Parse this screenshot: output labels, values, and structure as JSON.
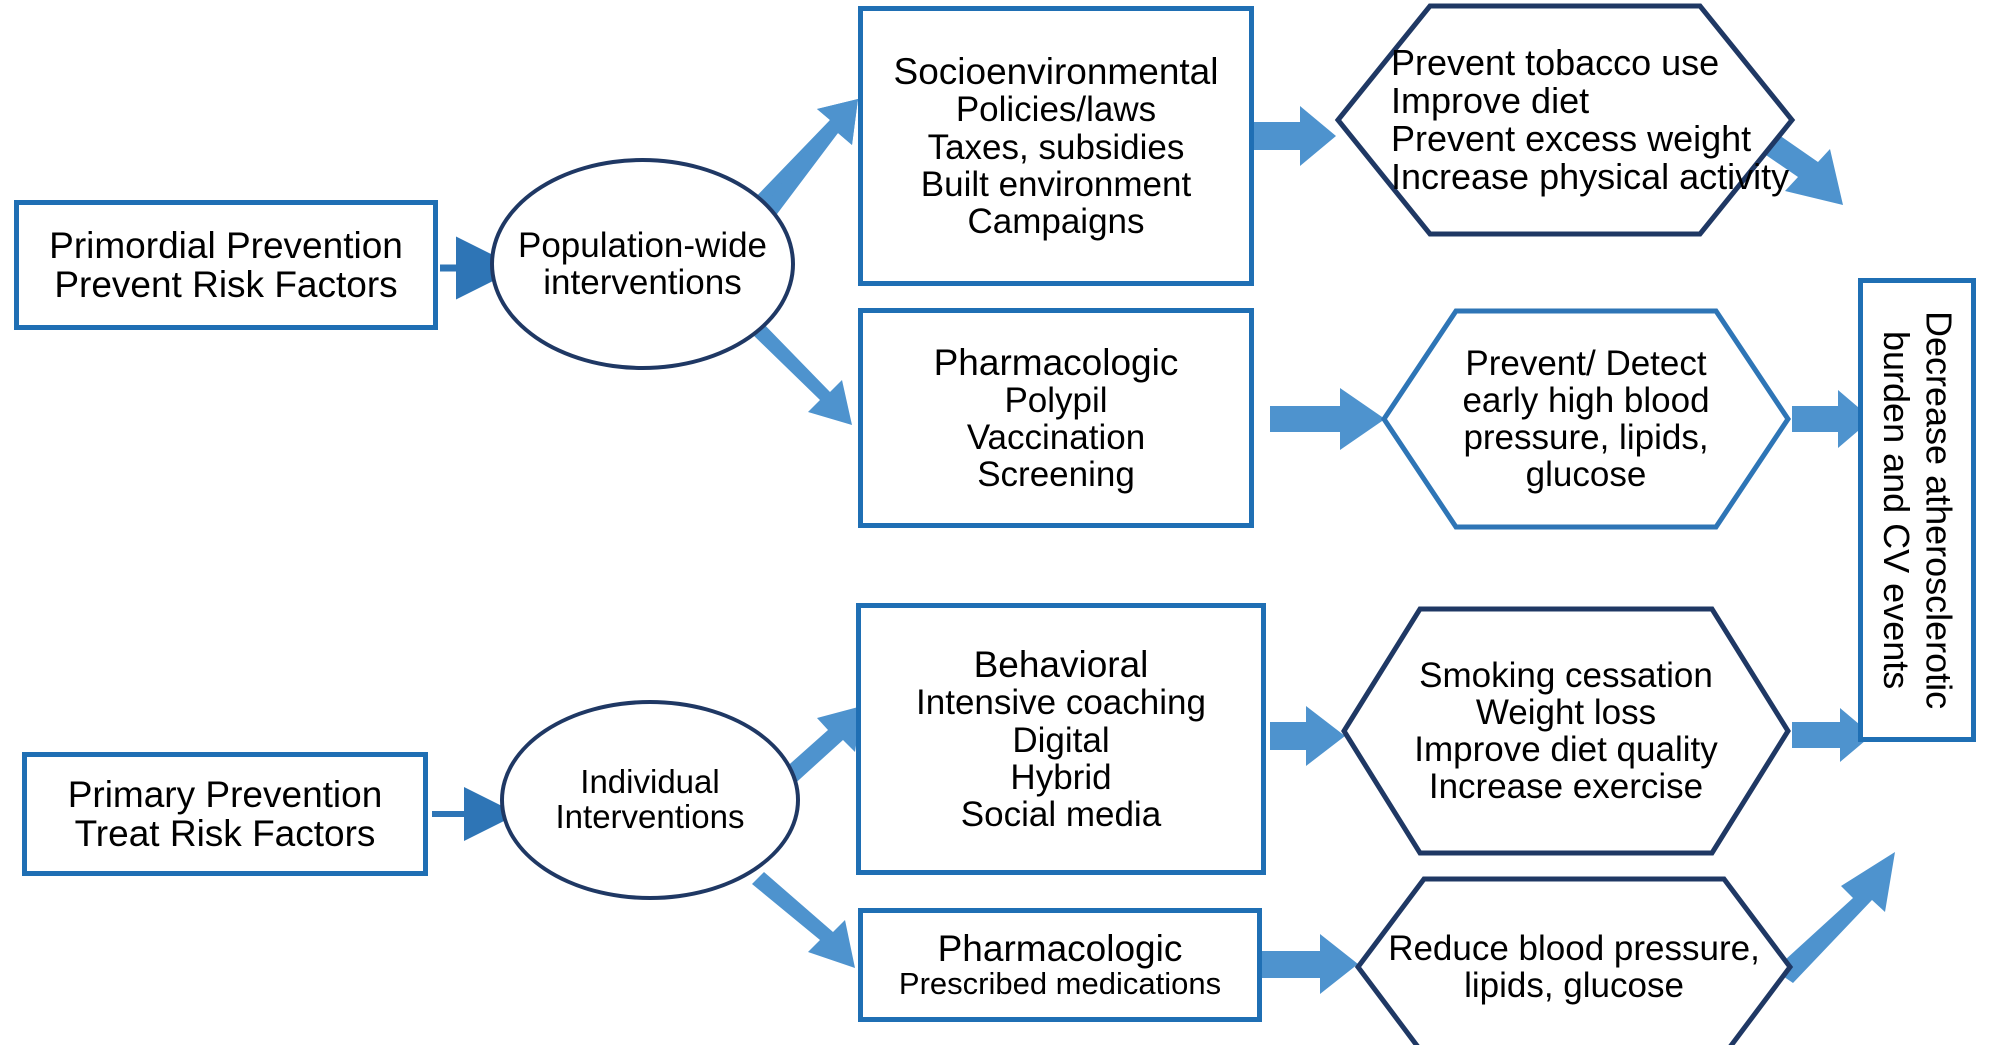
{
  "diagram": {
    "title": "Primordial and Primary Prevention Pathways",
    "colors": {
      "box_border": "#1F6FB4",
      "box_border_dark": "#16609F",
      "ellipse_border": "#1F3864",
      "hex_border_dark": "#1F3864",
      "hex_border_light": "#1F6FB4",
      "arrow_fill": "#4E93CE",
      "arrow_thin": "#2E75B6",
      "background": "#FFFFFF"
    },
    "nodes": {
      "primordial": {
        "line1": "Primordial Prevention",
        "line2": "Prevent Risk Factors"
      },
      "population": {
        "line1": "Population-wide",
        "line2": "interventions"
      },
      "socioenvironmental": {
        "heading": "Socioenvironmental",
        "items": [
          "Policies/laws",
          "Taxes, subsidies",
          "Built environment",
          "Campaigns"
        ]
      },
      "pharmacologic_pop": {
        "heading": "Pharmacologic",
        "items": [
          "Polypil",
          "Vaccination",
          "Screening"
        ]
      },
      "outcomes_socio": {
        "items": [
          "Prevent tobacco use",
          "Improve diet",
          "Prevent excess weight",
          "Increase physical activity"
        ]
      },
      "outcomes_pharm_pop": {
        "items": [
          "Prevent/ Detect",
          "early high blood",
          "pressure, lipids,",
          "glucose"
        ]
      },
      "primary": {
        "line1": "Primary Prevention",
        "line2": "Treat Risk Factors"
      },
      "individual": {
        "line1": "Individual",
        "line2": "Interventions"
      },
      "behavioral": {
        "heading": "Behavioral",
        "items": [
          "Intensive coaching",
          "Digital",
          "Hybrid",
          "Social media"
        ]
      },
      "pharmacologic_ind": {
        "heading": "Pharmacologic",
        "items": [
          "Prescribed medications"
        ]
      },
      "outcomes_behavioral": {
        "items": [
          "Smoking cessation",
          "Weight loss",
          "Improve diet quality",
          "Increase exercise"
        ]
      },
      "outcomes_pharm_ind": {
        "items": [
          "Reduce blood pressure,",
          "lipids, glucose"
        ]
      },
      "final_outcome": {
        "text": "Decrease atherosclerotic\nburden and CV events"
      }
    },
    "edges": [
      {
        "from": "primordial",
        "to": "population",
        "style": "thin-arrow-right"
      },
      {
        "from": "population",
        "to": "socioenvironmental",
        "style": "thick-arrow-up-right"
      },
      {
        "from": "population",
        "to": "pharmacologic_pop",
        "style": "thick-arrow-down-right"
      },
      {
        "from": "socioenvironmental",
        "to": "outcomes_socio",
        "style": "thick-arrow-right"
      },
      {
        "from": "pharmacologic_pop",
        "to": "outcomes_pharm_pop",
        "style": "thick-arrow-right"
      },
      {
        "from": "outcomes_socio",
        "to": "final_outcome",
        "style": "thick-arrow-down-right"
      },
      {
        "from": "outcomes_pharm_pop",
        "to": "final_outcome",
        "style": "thick-arrow-right"
      },
      {
        "from": "primary",
        "to": "individual",
        "style": "thin-arrow-right"
      },
      {
        "from": "individual",
        "to": "behavioral",
        "style": "thick-arrow-up-right"
      },
      {
        "from": "individual",
        "to": "pharmacologic_ind",
        "style": "thick-arrow-down-right"
      },
      {
        "from": "behavioral",
        "to": "outcomes_behavioral",
        "style": "thick-arrow-right"
      },
      {
        "from": "pharmacologic_ind",
        "to": "outcomes_pharm_ind",
        "style": "thick-arrow-right"
      },
      {
        "from": "outcomes_behavioral",
        "to": "final_outcome",
        "style": "thin-arrow-right"
      },
      {
        "from": "outcomes_pharm_ind",
        "to": "final_outcome",
        "style": "thick-arrow-up-right"
      }
    ]
  }
}
